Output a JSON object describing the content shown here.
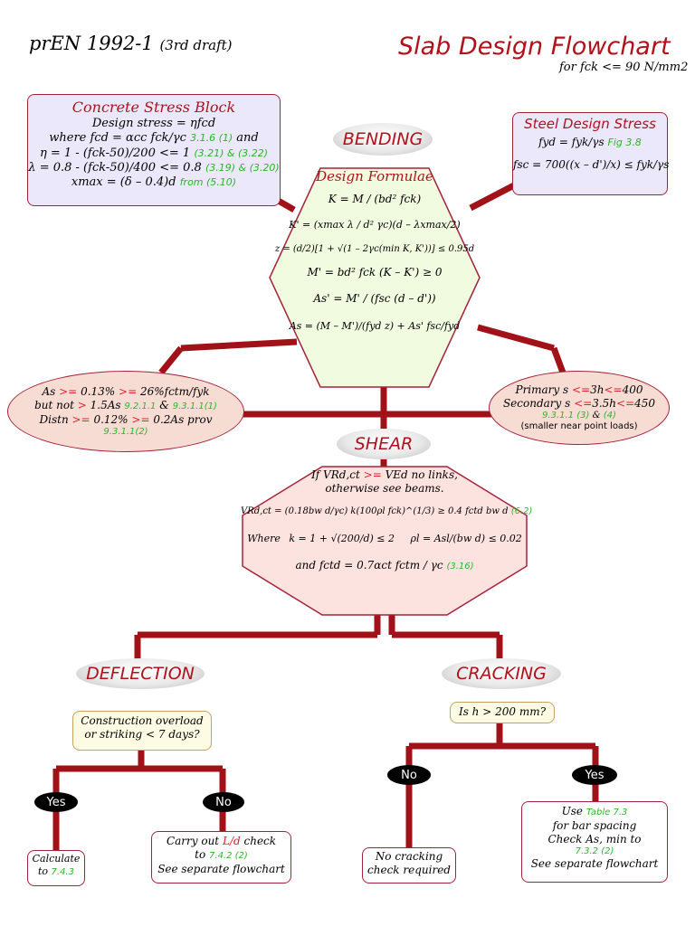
{
  "header": {
    "code": "prEN 1992-1",
    "draft": "(3rd draft)",
    "title": "Slab Design Flowchart",
    "subtitle": "for fck <= 90 N/mm2"
  },
  "concrete": {
    "title": "Concrete Stress Block",
    "l1": "Design stress = ηfcd",
    "l2": "where fcd = αcc fck/γc",
    "l2_ref": "3.1.6 (1)",
    "l2_end": "and",
    "l3": "η = 1 - (fck-50)/200 <= 1",
    "l3_ref": "(3.21) & (3.22)",
    "l4": "λ = 0.8 - (fck-50)/400 <= 0.8",
    "l4_ref": "(3.19) & (3.20)",
    "l5": "xmax = (δ – 0.4)d",
    "l5_ref": "from (5.10)"
  },
  "steel": {
    "title": "Steel Design Stress",
    "l1": "fyd = fyk/γs",
    "l1_ref": "Fig 3.8",
    "l2": "fsc = 700((x – d')/x) ≤ fyk/γs"
  },
  "bending": {
    "label": "BENDING",
    "title": "Design Formulae",
    "f1": "K = M / (bd² fck)",
    "f2": "K' = (xmax λ / d² γc)(d – λxmax/2)",
    "f3": "z = (d/2)[1 + √(1 – 2γc(min K, K'))] ≤ 0.95d",
    "f4": "M' = bd² fck (K – K') ≥ 0",
    "f5": "As' = M' / (fsc (d – d'))",
    "f6": "As = (M – M')/(fyd z) + As' fsc/fyd"
  },
  "reinf": {
    "l1a": "As",
    "l1b": ">=",
    "l1c": "0.13%",
    "l1d": ">=",
    "l1e": "26%fctm/fyk",
    "l2a": "but not",
    "l2b": ">",
    "l2c": "1.5As",
    "l2d": "9.2.1.1",
    "l2e": "&",
    "l2f": "9.3.1.1(1)",
    "l3a": "Distn",
    "l3b": ">=",
    "l3c": "0.12%",
    "l3d": ">=",
    "l3e": "0.2As prov",
    "l4": "9.3.1.1(2)"
  },
  "spacing": {
    "l1a": "Primary s",
    "l1b": "<=",
    "l1c": "3h",
    "l1d": "<=",
    "l1e": "400",
    "l2a": "Secondary s",
    "l2b": "<=",
    "l2c": "3.5h",
    "l2d": "<=",
    "l2e": "450",
    "l3a": "9.3.1.1 (3)",
    "l3b": "&",
    "l3c": "(4)",
    "l4": "(smaller near point loads)"
  },
  "shear": {
    "label": "SHEAR",
    "l1a": "If VRd,ct",
    "l1b": ">=",
    "l1c": "VEd no links,",
    "l2": "otherwise see beams.",
    "f1": "VRd,ct = (0.18bw d/γc) k(100ρl fck)^(1/3) ≥ 0.4 fctd bw d",
    "f1_ref": "(6.2)",
    "f2a": "Where",
    "f2b": "k = 1 + √(200/d) ≤ 2",
    "f2c": "ρl = Asl/(bw d) ≤ 0.02",
    "f3": "and fctd = 0.7αct fctm / γc",
    "f3_ref": "(3.16)"
  },
  "deflection": {
    "label": "DEFLECTION",
    "q1": "Construction overload",
    "q2": "or striking < 7 days?",
    "yes": "Yes",
    "no": "No",
    "calc1": "Calculate",
    "calc2": "to",
    "calc_ref": "7.4.3",
    "carry1a": "Carry out",
    "carry1b": "L/d",
    "carry1c": "check",
    "carry2a": "to",
    "carry2b": "7.4.2 (2)",
    "carry3": "See separate flowchart"
  },
  "cracking": {
    "label": "CRACKING",
    "q": "Is h > 200 mm?",
    "no": "No",
    "yes": "Yes",
    "no1": "No cracking",
    "no2": "check required",
    "use1a": "Use",
    "use1b": "Table 7.3",
    "use2": "for bar spacing",
    "use3": "Check As, min to",
    "use4": "7.3.2 (2)",
    "use5": "See separate flowchart"
  },
  "colors": {
    "line": "#a01218",
    "accent": "#b0121b",
    "ref_green": "#2bb52b",
    "concrete_fill": "#ebe8fb",
    "bending_fill": "#f0fbe0",
    "pink_fill": "#f7dcd4",
    "shear_fill": "#fde3e0",
    "question_fill": "#fdfbe3"
  }
}
